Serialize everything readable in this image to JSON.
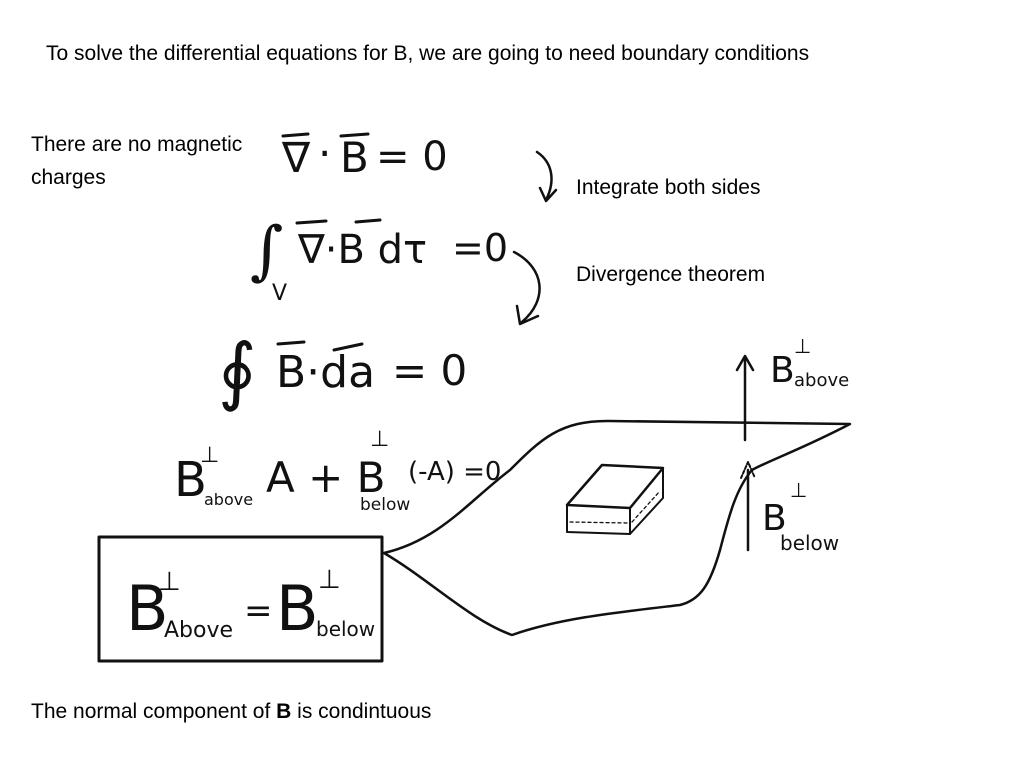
{
  "slide": {
    "title": "To solve the differential equations for B, we are going to need boundary conditions",
    "note_no_charges": "There are no magnetic charges",
    "note_integrate": "Integrate both sides",
    "note_divergence": "Divergence theorem",
    "conclusion_prefix": "The normal component of ",
    "conclusion_bold": "B",
    "conclusion_suffix": " is condintuous"
  },
  "handwriting": {
    "eq1": {
      "lhs": "∇",
      "dot": "·",
      "rhs_field": "B",
      "equals": "= 0"
    },
    "eq2": {
      "integral": "∫",
      "sub": "V",
      "body": "∇·B dτ",
      "equals": "=0"
    },
    "eq3": {
      "integral": "∮",
      "body": "B·da",
      "equals": "= 0"
    },
    "eq4": {
      "b1": "B",
      "perp1": "⊥",
      "sub1": "above",
      "mid": "A + B",
      "perp2": "⊥",
      "sub2": "below",
      "tail": "(-A) =0"
    },
    "boxed": {
      "b1": "B",
      "perp1": "⊥",
      "sub1": "Above",
      "eq": "=",
      "b2": "B",
      "perp2": "⊥",
      "sub2": "below"
    },
    "label_above": {
      "b": "B",
      "perp": "⊥",
      "sub": "above"
    },
    "label_below": {
      "b": "B",
      "perp": "⊥",
      "sub": "below"
    }
  }
}
